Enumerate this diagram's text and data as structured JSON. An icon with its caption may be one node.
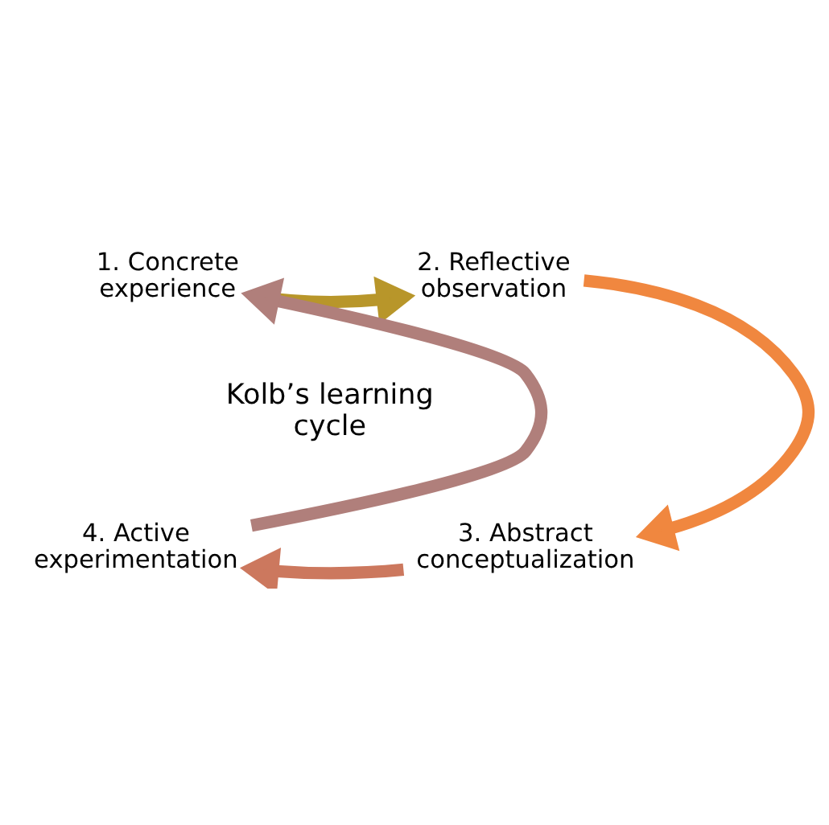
{
  "diagram": {
    "nodes": [
      {
        "text": [
          "1. Concrete experience"
        ]
      },
      {
        "text": [
          "2. Reflective observation"
        ]
      },
      {
        "text": [
          "3. Abstract conceptualization"
        ]
      },
      {
        "text": [
          "4. Active experimentation"
        ]
      }
    ],
    "edges": [
      {
        "from": 0,
        "to": 1,
        "arrow": "to",
        "color": "#b8962a"
      },
      {
        "from": 1,
        "to": 2,
        "arrow": "to",
        "color": "#f0873f"
      },
      {
        "from": 2,
        "to": 3,
        "arrow": "to",
        "color": "#cc785e"
      },
      {
        "from": 3,
        "to": 0,
        "arrow": "to",
        "color": "#b07f7b"
      }
    ],
    "labels": [
      "Kolb’s learning cycle"
    ]
  }
}
